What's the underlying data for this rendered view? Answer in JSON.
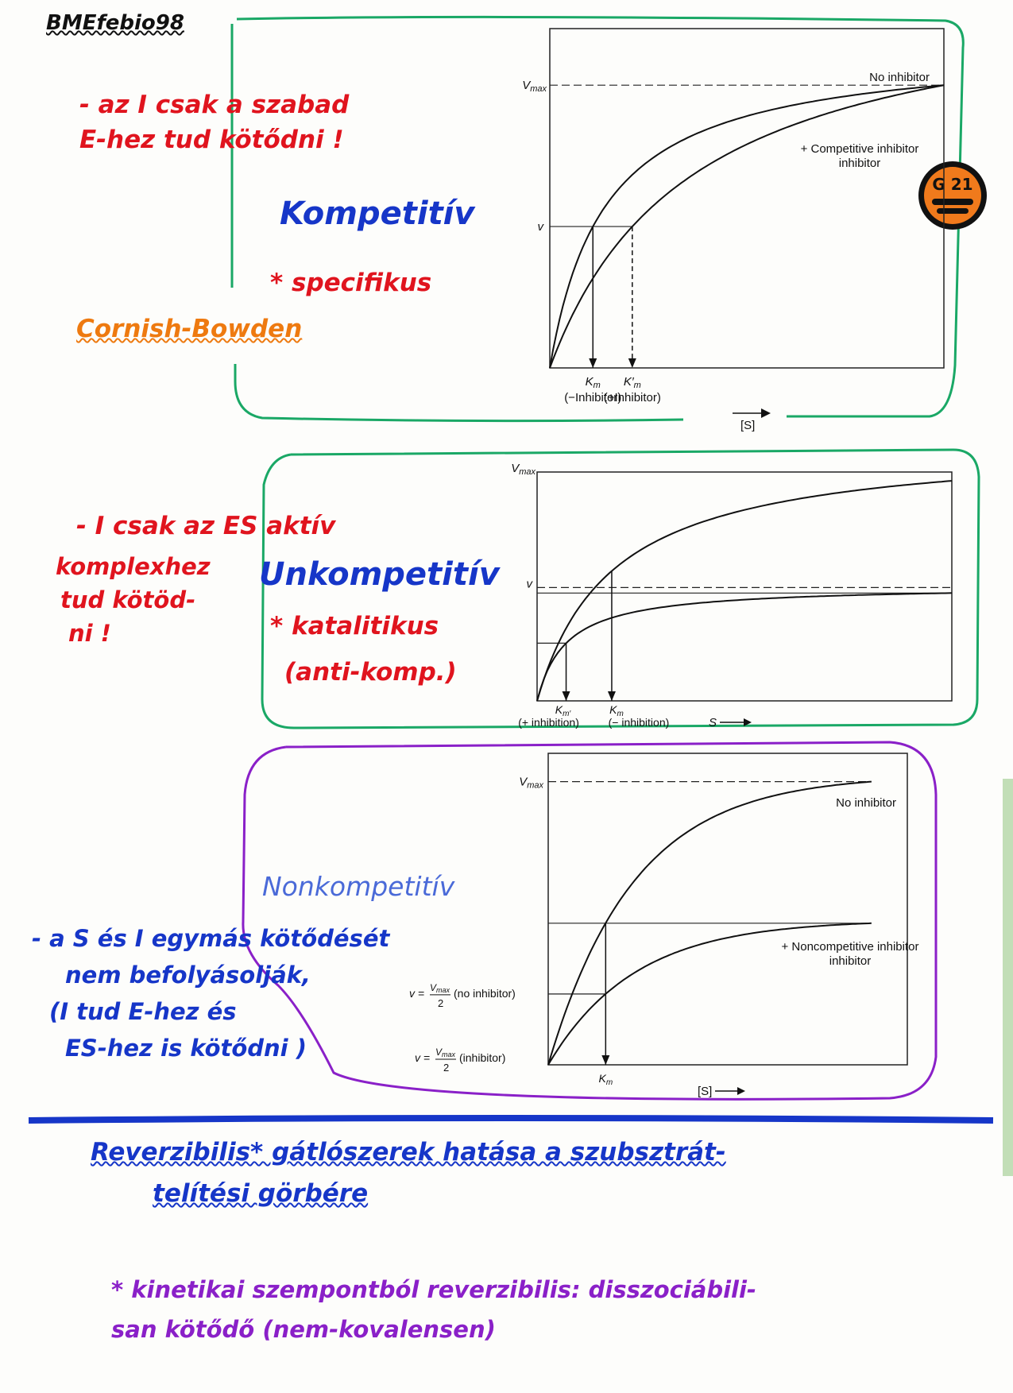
{
  "header": {
    "code": "BMEfebio98"
  },
  "panel1": {
    "note_line1": "- az I csak a szabad",
    "note_line2": "E-hez tud kötődni !",
    "type": "Kompetitív",
    "attribute": "* specifikus",
    "reference": "Cornish-Bowden"
  },
  "panel2": {
    "note_line1": "- I csak az ES aktív",
    "note_line2": "komplexhez",
    "note_line3": "tud kötöd-",
    "note_line4": "ni !",
    "type": "Unkompetitív",
    "attribute": "* katalitikus",
    "paren": "(anti-komp.)"
  },
  "panel3": {
    "type": "Nonkompetitív",
    "note_line1": "- a S és I egymás kötődését",
    "note_line2": "nem befolyásolják,",
    "note_line3": "(I tud E-hez és",
    "note_line4": "ES-hez is kötődni )"
  },
  "footer": {
    "title_line1": "Reverzibilis* gátlószerek hatása a szubsztrát-",
    "title_line2": "telítési görbére",
    "note_line1": "* kinetikai szempontból reverzibilis: disszociábili-",
    "note_line2": "san kötődő (nem-kovalensen)"
  },
  "badge": {
    "text": "G 21"
  },
  "colors": {
    "red": "#e0141e",
    "blue": "#1636c8",
    "green": "#1aa866",
    "purple": "#8a20c8",
    "orange": "#ee7a10"
  },
  "chart_data": [
    {
      "type": "line",
      "labels": {
        "vmax": "V",
        "vmax_sub": "max",
        "v": "v",
        "km": "K",
        "km_sub": "m",
        "km_note": "(−Inhibitor)",
        "km2": "K′",
        "km2_sub": "m",
        "km2_note": "(+Inhibitor)",
        "xlabel": "[S]"
      },
      "series": [
        {
          "name": "No inhibitor",
          "km": 0.14
        },
        {
          "name": "+ Competitive inhibitor",
          "km": 0.36
        }
      ],
      "vmax": 1.0,
      "v_level": 0.5,
      "km_marks": [
        0.14,
        0.36
      ],
      "xlim": [
        0,
        1
      ],
      "ylim": [
        0,
        1.2
      ]
    },
    {
      "type": "line",
      "labels": {
        "vmax": "V",
        "vmax_sub": "max",
        "v": "v",
        "km2": "K",
        "km2_sub": "m′",
        "km2_note": "(+ inhibition)",
        "km": "K",
        "km_sub": "m",
        "km_note": "(− inhibition)",
        "xlabel": "S"
      },
      "series": [
        {
          "vmax": 1.0,
          "km": 0.18
        },
        {
          "vmax": 0.49,
          "km": 0.07
        }
      ],
      "v_level": 0.515,
      "km_marks": [
        0.07,
        0.18
      ],
      "xlim": [
        0,
        1
      ],
      "ylim": [
        0,
        1.04
      ]
    },
    {
      "type": "line",
      "labels": {
        "vmax": "V",
        "vmax_sub": "max",
        "v1": "v =",
        "v1_num": "V",
        "v1_num_sub": "max",
        "v1_den": "2",
        "v1_note": "(no inhibitor)",
        "v2": "v =",
        "v2_num": "V",
        "v2_num_sub": "max",
        "v2_den": "2",
        "v2_note": "(inhibitor)",
        "km": "K",
        "km_sub": "m",
        "xlabel": "[S]"
      },
      "series": [
        {
          "name": "No inhibitor",
          "vmax": 1.0
        },
        {
          "name": "+ Noncompetitive inhibitor",
          "vmax": 0.5
        }
      ],
      "km": 0.16,
      "xlim": [
        0,
        1
      ],
      "ylim": [
        0,
        1.1
      ]
    }
  ]
}
